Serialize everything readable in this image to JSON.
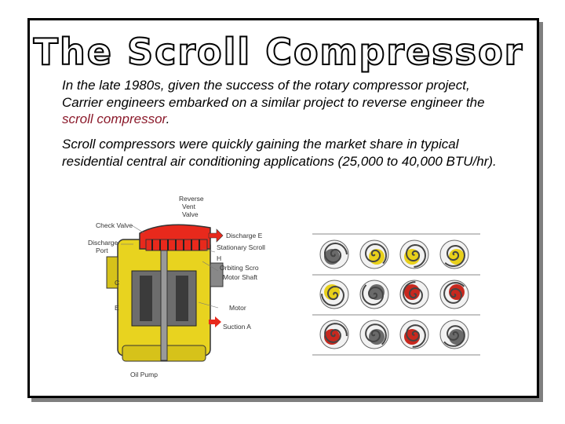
{
  "slide": {
    "title": "The Scroll Compressor",
    "paragraph1": {
      "text_before": "In the late 1980s, given the success of the rotary compressor project, Carrier engineers embarked on a similar project to reverse engineer the ",
      "highlight": "scroll compressor",
      "text_after": ".",
      "highlight_color": "#8b1a2b"
    },
    "paragraph2": "Scroll compressors were quickly gaining the market share in typical residential central air conditioning applications (25,000 to 40,000 BTU/hr)."
  },
  "diagram": {
    "labels": {
      "reverse_vent_valve": [
        "Reverse",
        "Vent",
        "Valve"
      ],
      "check_valve": "Check Valve",
      "discharge_port": [
        "Discharge",
        "Port"
      ],
      "discharge_e": "Discharge E",
      "stationary_scroll": "Stationary Scroll",
      "h": "H",
      "orbiting_scroll": "Orbiting Scro",
      "motor_shaft": "Motor Shaft",
      "c": "C",
      "e": "E",
      "motor": "Motor",
      "suction_a": "Suction A",
      "oil_pump": "Oil Pump"
    },
    "colors": {
      "top": "#e8291c",
      "body": "#e8d31f",
      "metal": "#555555"
    }
  },
  "scroll_grid": {
    "rows": 3,
    "cols": 4,
    "colors": {
      "yellow": "#e8d01a",
      "red": "#c8281e",
      "grey": "#6a6a6a"
    }
  }
}
